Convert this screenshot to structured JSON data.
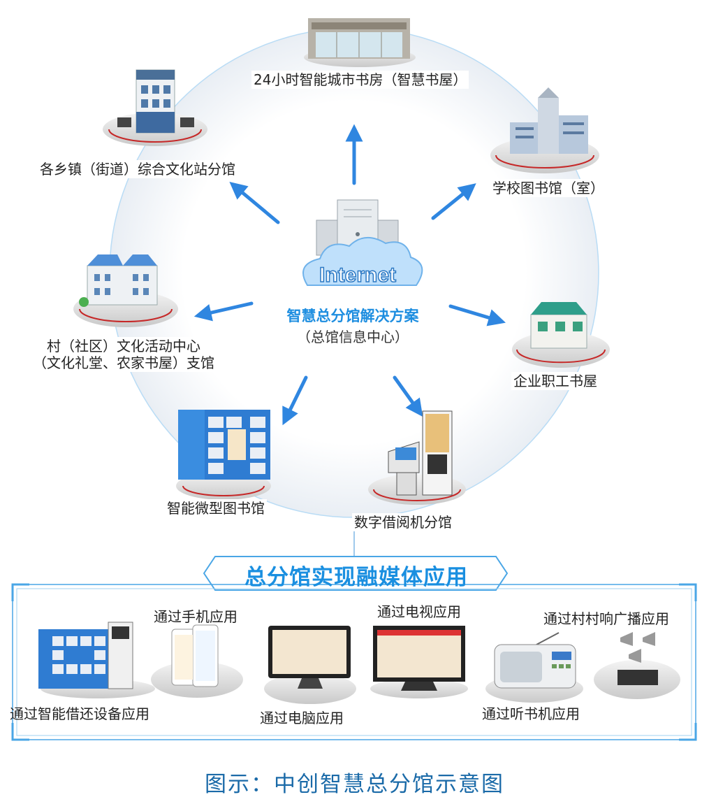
{
  "center": {
    "cloud_label": "Internet",
    "title": "智慧总分馆解决方案",
    "subtitle": "（总馆信息中心）"
  },
  "nodes": [
    {
      "label": "24小时智能城市书房（智慧书屋）"
    },
    {
      "label": "学校图书馆（室）"
    },
    {
      "label": "企业职工书屋"
    },
    {
      "label": "数字借阅机分馆"
    },
    {
      "label": "智能微型图书馆"
    },
    {
      "label_line1": "村（社区）文化活动中心",
      "label_line2": "（文化礼堂、农家书屋）支馆"
    },
    {
      "label": "各乡镇（街道）综合文化站分馆"
    }
  ],
  "banner": {
    "title": "总分馆实现融媒体应用"
  },
  "apps": [
    {
      "label": "通过智能借还设备应用"
    },
    {
      "label": "通过手机应用"
    },
    {
      "label": "通过电脑应用"
    },
    {
      "label": "通过电视应用"
    },
    {
      "label": "通过听书机应用"
    },
    {
      "label": "通过村村响广播应用"
    }
  ],
  "footer": {
    "caption": "图示：中创智慧总分馆示意图"
  },
  "colors": {
    "accent": "#1a8fe0",
    "arrow": "#2f86e0",
    "ring": "#b9dcf5",
    "frame": "#4aa6e6"
  }
}
